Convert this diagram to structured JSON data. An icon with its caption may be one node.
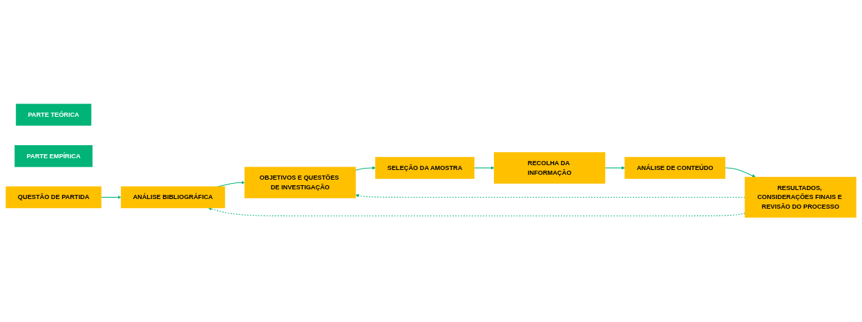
{
  "diagram": {
    "nodes": [
      {
        "text": [
          "PARTE TEÓRICA"
        ]
      },
      {
        "text": [
          "PARTE EMPÍRICA"
        ]
      },
      {
        "text": [
          "QUESTÃO DE PARTIDA"
        ]
      },
      {
        "text": [
          "RESULTADOS, CONSIDERAÇÕES FINAIS E REVISÃO DO PROCESSO"
        ]
      },
      {
        "text": [
          "ANÁLISE DE CONTEÚDO"
        ]
      },
      {
        "text": [
          "ANÁLISE BIBLIOGRÁFICA"
        ]
      },
      {
        "text": [
          "RECOLHA DA INFORMAÇÃO"
        ]
      },
      {
        "text": [
          "OBJETIVOS E QUESTÕES DE INVESTIGAÇÃO"
        ]
      },
      {
        "text": [
          "SELEÇÃO DA AMOSTRA"
        ]
      }
    ],
    "edges": [
      {
        "from": 2,
        "to": 5,
        "arrow": "to"
      },
      {
        "from": 5,
        "to": 7,
        "arrow": "to"
      },
      {
        "from": 7,
        "to": 8,
        "arrow": "to"
      },
      {
        "from": 8,
        "to": 6,
        "arrow": "to"
      },
      {
        "from": 6,
        "to": 4,
        "arrow": "to"
      },
      {
        "from": 4,
        "to": 3,
        "arrow": "to"
      },
      {
        "from": 3,
        "to": 5,
        "arrow": "to",
        "style": "dashed"
      },
      {
        "from": 3,
        "to": 7,
        "arrow": "to",
        "style": "dashed"
      }
    ]
  }
}
